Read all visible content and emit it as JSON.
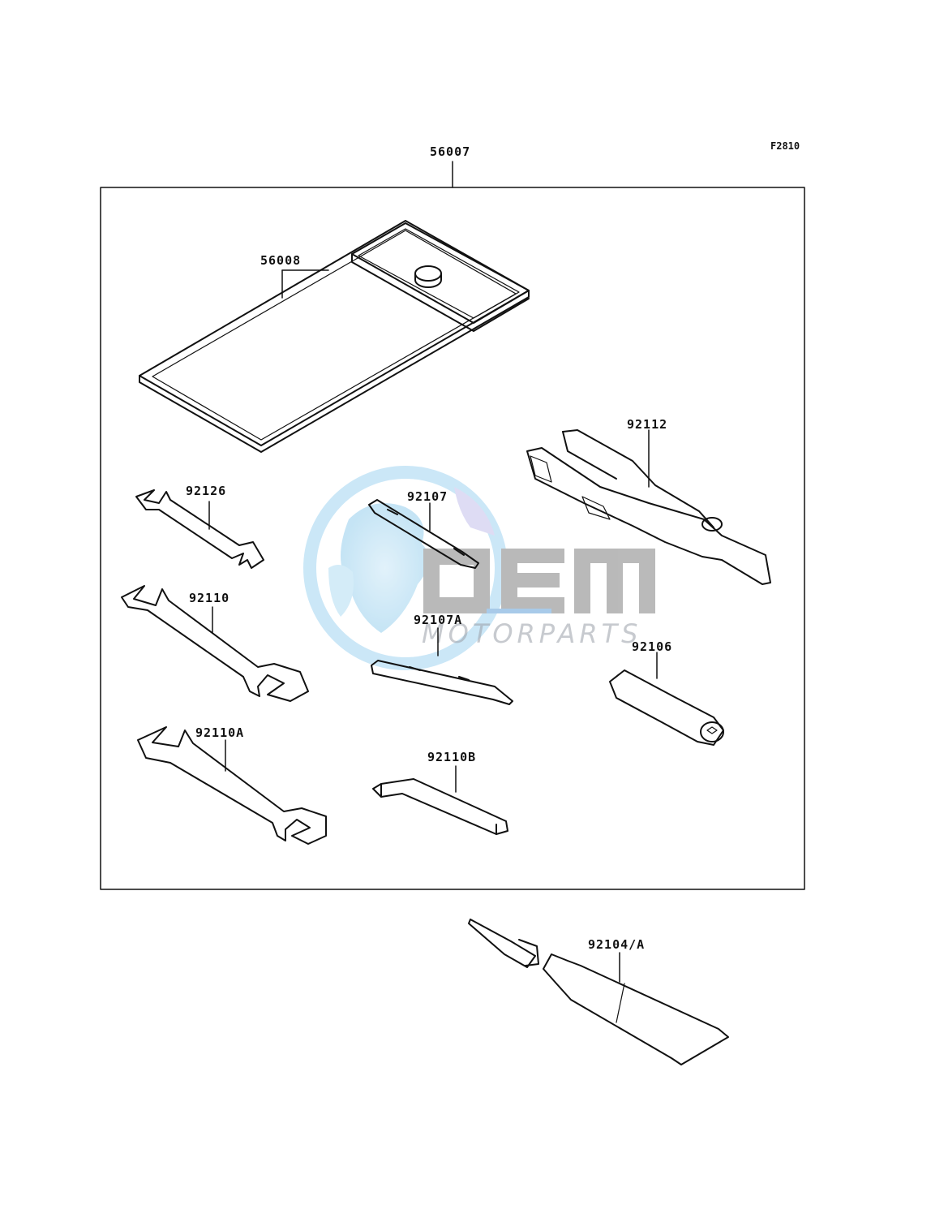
{
  "figure_code": "F2810",
  "labels": {
    "kit": "56007",
    "case": "56008",
    "pliers": "92112",
    "wrench_small": "92126",
    "screwdriver": "92107",
    "wrench_mid": "92110",
    "screwdriver_a": "92107A",
    "spark_tool": "92106",
    "wrench_large": "92110A",
    "hex_key": "92110B",
    "tube": "92104/A"
  },
  "watermark": {
    "brand": "OEM",
    "text": "MOTORPARTS",
    "colors": {
      "globe": "#9fd3ef",
      "logo": "#9a9a9a",
      "accent": "#6fa8dc"
    }
  }
}
